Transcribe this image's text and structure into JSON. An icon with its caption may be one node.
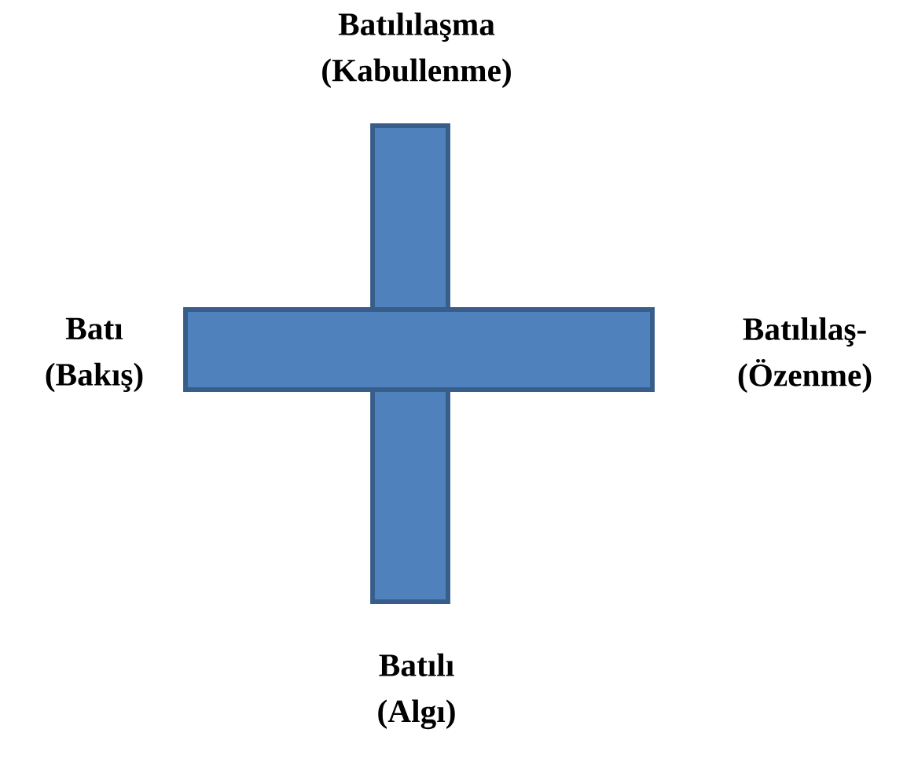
{
  "diagram": {
    "labels": [
      "Batılılaşma (Kabullenme)",
      "Batı (Bakış)",
      "Batılılaş- (Özenme)",
      "Batılı (Algı)"
    ]
  }
}
